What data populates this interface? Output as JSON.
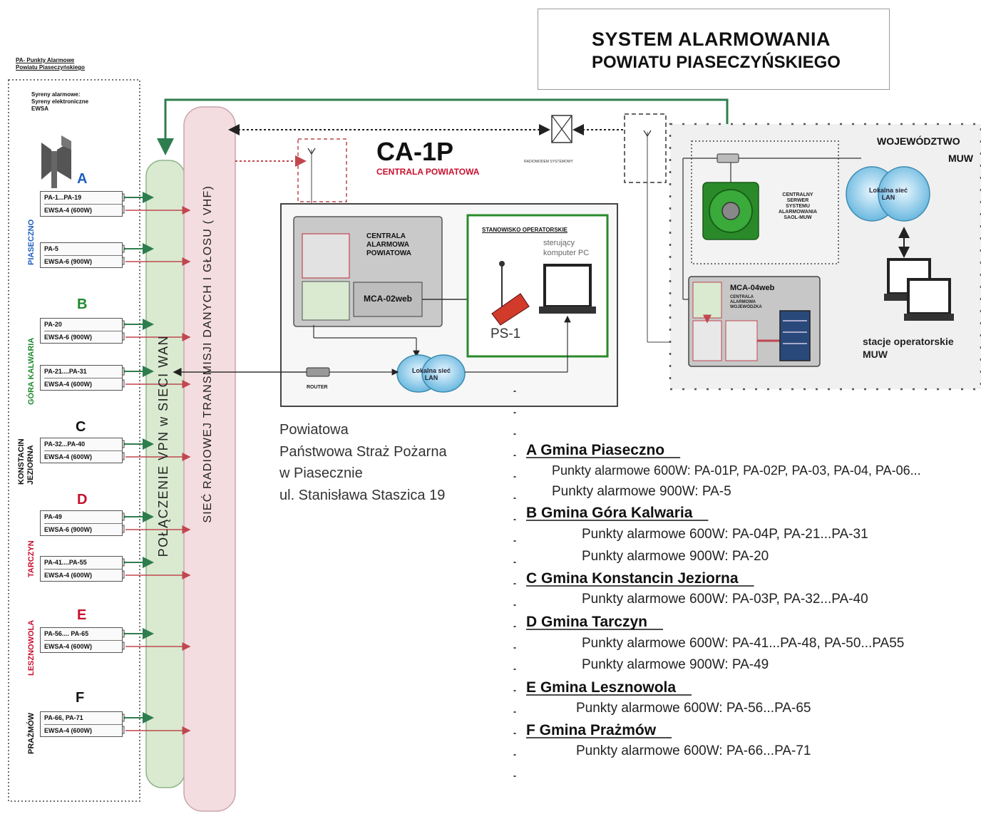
{
  "title": {
    "line1": "SYSTEM ALARMOWANIA",
    "line2": "POWIATU PIASECZYŃSKIEGO"
  },
  "legend": {
    "heading_1": "PA-   Punkty Alarmowe",
    "heading_2": "Powiatu Piaseczyńskiego",
    "sirens_1": "Syreny alarmowe:",
    "sirens_2": "Syreny elektroniczne",
    "sirens_3": "EWSA"
  },
  "groups": [
    {
      "letter": "A",
      "letter_color": "#1f5fbf",
      "label": "PIASECZNO",
      "label_color": "#1f5fbf",
      "boxes": [
        {
          "l1": "PA-1...PA-19",
          "l2": "EWSA-4 (600W)"
        },
        {
          "l1": "PA-5",
          "l2": "EWSA-6 (900W)"
        }
      ]
    },
    {
      "letter": "B",
      "letter_color": "#1e8a2e",
      "label": "GÓRA KALWARIA",
      "label_color": "#1e8a2e",
      "boxes": [
        {
          "l1": "PA-20",
          "l2": "EWSA-6 (900W)"
        },
        {
          "l1": "PA-21....PA-31",
          "l2": "EWSA-4 (600W)"
        }
      ]
    },
    {
      "letter": "C",
      "letter_color": "#111111",
      "label": "KONSTACIN JEZIORNA",
      "label_color": "#111111",
      "boxes": [
        {
          "l1": "PA-32...PA-40",
          "l2": "EWSA-4 (600W)"
        }
      ]
    },
    {
      "letter": "D",
      "letter_color": "#c8102e",
      "label": "TARCZYN",
      "label_color": "#c8102e",
      "boxes": [
        {
          "l1": "PA-49",
          "l2": "EWSA-6 (900W)"
        },
        {
          "l1": "PA-41....PA-55",
          "l2": "EWSA-4 (600W)"
        }
      ]
    },
    {
      "letter": "E",
      "letter_color": "#c8102e",
      "label": "LESZNOWOLA",
      "label_color": "#c8102e",
      "boxes": [
        {
          "l1": "PA-56.... PA-65",
          "l2": "EWSA-4 (600W)"
        }
      ]
    },
    {
      "letter": "F",
      "letter_color": "#111111",
      "label": "PRAŻMÓW",
      "label_color": "#111111",
      "boxes": [
        {
          "l1": "PA-66, PA-71",
          "l2": "EWSA-4 (600W)"
        }
      ]
    }
  ],
  "bands": {
    "vpn": "POŁĄCZENIE VPN w SIECI WAN",
    "radio": "SIEĆ RADIOWEJ TRANSMISJI DANYCH I GŁOSU ( VHF)"
  },
  "ca": {
    "title": "CA-1P",
    "subtitle": "CENTRALA POWIATOWA",
    "central_1": "CENTRALA",
    "central_2": "ALARMOWA",
    "central_3": "POWIATOWA",
    "mca": "MCA-02web",
    "station_head": "STANOWISKO OPERATORSKIE",
    "pc_1": "sterujący",
    "pc_2": "komputer PC",
    "ps": "PS-1",
    "lan_1": "Lokalna sieć",
    "lan_2": "LAN",
    "router": "ROUTER"
  },
  "address": [
    "Powiatowa",
    "Państwowa Straż Pożarna",
    "w Piasecznie",
    "ul. Stanisława Staszica 19"
  ],
  "muw": {
    "head": "WOJEWÓDZTWO",
    "sub": "MUW",
    "server_1": "CENTRALNY",
    "server_2": "SERWER",
    "server_3": "SYSTEMU ALARMOWANIA",
    "server_4": "SAOL-MUW",
    "mca": "MCA-04web",
    "mca_sub_1": "CENTRALA",
    "mca_sub_2": "ALARMOWA",
    "mca_sub_3": "WOJEWÓDZKA",
    "lan_1": "Lokalna sieć",
    "lan_2": "LAN",
    "stacje_1": "stacje operatorskie",
    "stacje_2": "MUW"
  },
  "gminy": [
    {
      "head": "A  Gmina Piaseczno",
      "lines": [
        "Punkty alarmowe    600W:  PA-01P, PA-02P, PA-03, PA-04, PA-06...",
        "Punkty alarmowe 900W: PA-5"
      ]
    },
    {
      "head": "B  Gmina Góra Kalwaria",
      "lines": [
        "Punkty alarmowe 600W: PA-04P, PA-21...PA-31",
        "Punkty alarmowe 900W: PA-20"
      ]
    },
    {
      "head": "C  Gmina Konstancin Jeziorna",
      "lines": [
        "Punkty alarmowe 600W:  PA-03P, PA-32...PA-40"
      ]
    },
    {
      "head": "D  Gmina Tarczyn",
      "lines": [
        "Punkty alarmowe 600W: PA-41...PA-48, PA-50...PA55",
        "Punkty alarmowe 900W: PA-49"
      ]
    },
    {
      "head": "E  Gmina Lesznowola",
      "lines": [
        "Punkty alarmowe 600W: PA-56...PA-65"
      ]
    },
    {
      "head": "F  Gmina Prażmów",
      "lines": [
        "Punkty alarmowe 600W: PA-66...PA-71"
      ]
    }
  ],
  "colors": {
    "green": "#2e7d4f",
    "red": "#c0474f",
    "vpn_fill": "#d9ead0",
    "radio_fill": "#f4dde0",
    "station_green": "#2a8a2a"
  }
}
